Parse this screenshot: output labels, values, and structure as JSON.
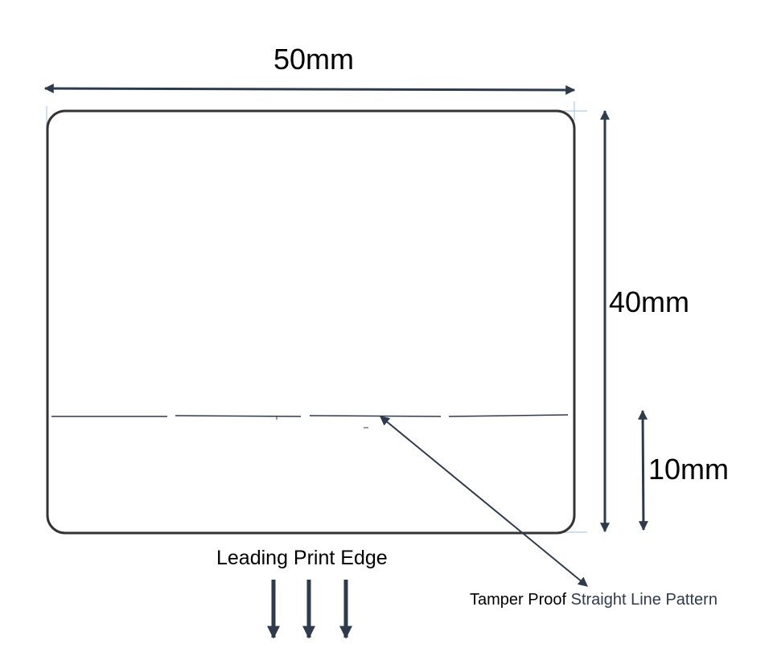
{
  "dimensions": {
    "width": "50mm",
    "height": "40mm",
    "tear_section": "10mm"
  },
  "print_edge": {
    "label": "Leading Print Edge"
  },
  "callout": {
    "label_part1": "Tamper Proof",
    "label_part2": " Straight Line Pattern"
  },
  "colors": {
    "outline": "#333333",
    "arrow": "#2e3b4c",
    "perforation": "#2e3b4c",
    "guide": "#9cc3dd"
  }
}
